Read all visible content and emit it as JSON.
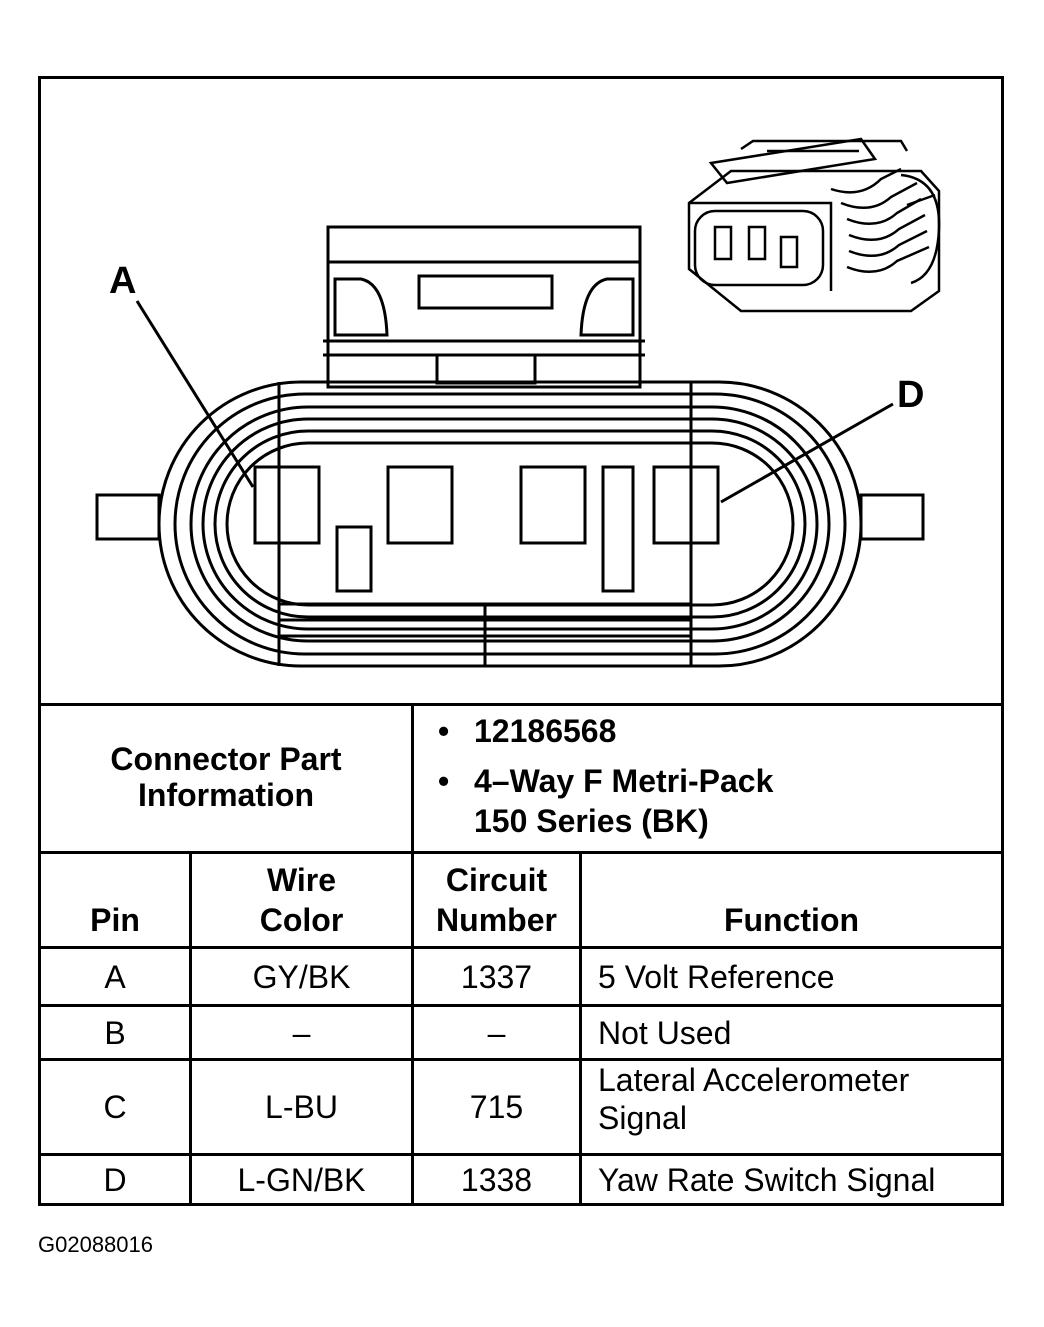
{
  "diagram": {
    "callouts": [
      {
        "id": "A",
        "label": "A"
      },
      {
        "id": "D",
        "label": "D"
      }
    ]
  },
  "connector_info": {
    "label": "Connector Part Information",
    "bullets": [
      "12186568",
      "4–Way F Metri-Pack",
      "150 Series (BK)"
    ]
  },
  "table": {
    "headers": {
      "pin": "Pin",
      "wire_color_1": "Wire",
      "wire_color_2": "Color",
      "circuit_1": "Circuit",
      "circuit_2": "Number",
      "function": "Function"
    },
    "rows": [
      {
        "pin": "A",
        "wire": "GY/BK",
        "circuit": "1337",
        "function": "5 Volt Reference",
        "function_2": ""
      },
      {
        "pin": "B",
        "wire": "–",
        "circuit": "–",
        "function": "Not Used",
        "function_2": ""
      },
      {
        "pin": "C",
        "wire": "L-BU",
        "circuit": "715",
        "function": "Lateral Accelerometer",
        "function_2": "Signal"
      },
      {
        "pin": "D",
        "wire": "L-GN/BK",
        "circuit": "1338",
        "function": "Yaw Rate Switch Signal",
        "function_2": ""
      }
    ]
  },
  "figure_id": "G02088016"
}
